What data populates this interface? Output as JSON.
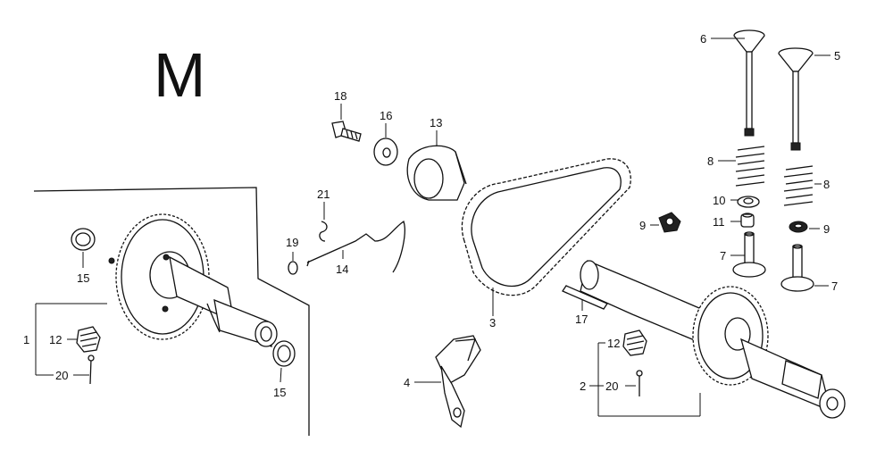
{
  "diagram": {
    "section_letter": "M",
    "callouts": [
      {
        "id": "c1",
        "text": "1"
      },
      {
        "id": "c2",
        "text": "2"
      },
      {
        "id": "c3",
        "text": "3"
      },
      {
        "id": "c4",
        "text": "4"
      },
      {
        "id": "c5",
        "text": "5"
      },
      {
        "id": "c6",
        "text": "6"
      },
      {
        "id": "c7a",
        "text": "7"
      },
      {
        "id": "c7b",
        "text": "7"
      },
      {
        "id": "c8a",
        "text": "8"
      },
      {
        "id": "c8b",
        "text": "8"
      },
      {
        "id": "c9a",
        "text": "9"
      },
      {
        "id": "c9b",
        "text": "9"
      },
      {
        "id": "c10",
        "text": "10"
      },
      {
        "id": "c11",
        "text": "11"
      },
      {
        "id": "c12a",
        "text": "12"
      },
      {
        "id": "c12b",
        "text": "12"
      },
      {
        "id": "c13",
        "text": "13"
      },
      {
        "id": "c14",
        "text": "14"
      },
      {
        "id": "c15a",
        "text": "15"
      },
      {
        "id": "c15b",
        "text": "15"
      },
      {
        "id": "c16",
        "text": "16"
      },
      {
        "id": "c17",
        "text": "17"
      },
      {
        "id": "c18",
        "text": "18"
      },
      {
        "id": "c19",
        "text": "19"
      },
      {
        "id": "c20a",
        "text": "20"
      },
      {
        "id": "c20b",
        "text": "20"
      },
      {
        "id": "c21",
        "text": "21"
      }
    ]
  }
}
